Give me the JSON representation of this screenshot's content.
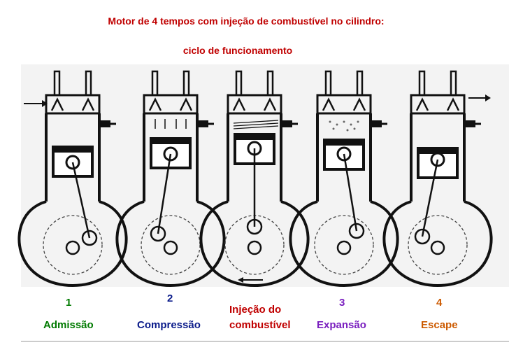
{
  "title": "Motor de 4 tempos com injeção de combustível no cilindro:",
  "subtitle": "ciclo de funcionamento",
  "colors": {
    "title": "#c00000",
    "line": "#111111",
    "stage_1": "#007a00",
    "stage_2": "#0a1b8a",
    "stage_injection": "#c00000",
    "stage_3": "#7a1fbf",
    "stage_4": "#cc5a00"
  },
  "stages": [
    {
      "number": "1",
      "label": "Admissão"
    },
    {
      "number": "2",
      "label": "Compressão"
    },
    {
      "number": "",
      "label_line1": "Injeção do",
      "label_line2": "combustível"
    },
    {
      "number": "3",
      "label": "Expansão"
    },
    {
      "number": "4",
      "label": "Escape"
    }
  ]
}
